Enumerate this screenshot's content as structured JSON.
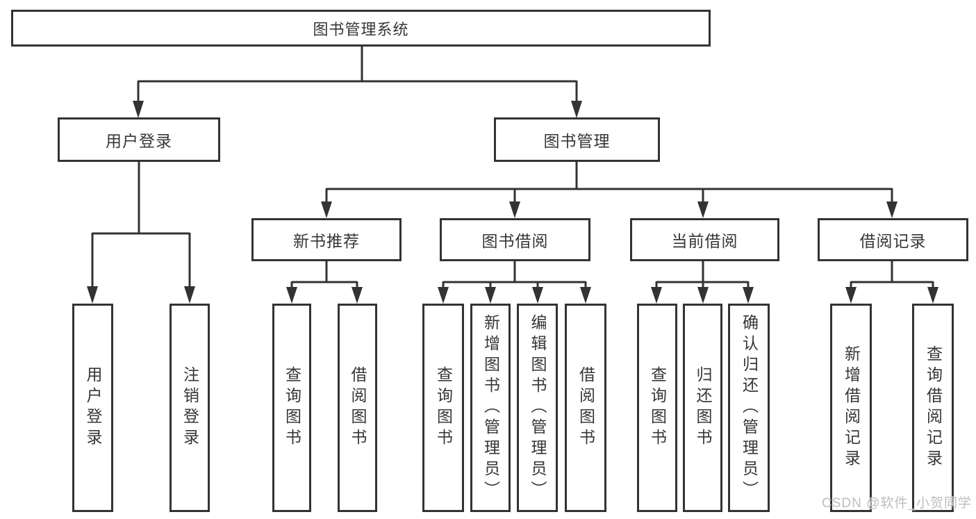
{
  "colors": {
    "line": "#333333",
    "box_border": "#333333",
    "text": "#363636",
    "background": "#ffffff",
    "watermark": "#bdbdbd"
  },
  "watermark": {
    "text": "CSDN @软件_小贺同学"
  },
  "tree": {
    "root": {
      "label": "图书管理系统"
    },
    "branches": [
      {
        "label": "用户登录",
        "children": [
          {
            "label": "用户登录"
          },
          {
            "label": "注销登录"
          }
        ]
      },
      {
        "label": "图书管理",
        "groups": [
          {
            "label": "新书推荐",
            "children": [
              {
                "label": "查询图书"
              },
              {
                "label": "借阅图书"
              }
            ]
          },
          {
            "label": "图书借阅",
            "children": [
              {
                "label": "查询图书"
              },
              {
                "label": "新增图书（管理员）"
              },
              {
                "label": "编辑图书（管理员）"
              },
              {
                "label": "借阅图书"
              }
            ]
          },
          {
            "label": "当前借阅",
            "children": [
              {
                "label": "查询图书"
              },
              {
                "label": "归还图书"
              },
              {
                "label": "确认归还（管理员）"
              }
            ]
          },
          {
            "label": "借阅记录",
            "children": [
              {
                "label": "新增借阅记录"
              },
              {
                "label": "查询借阅记录"
              }
            ]
          }
        ]
      }
    ]
  }
}
